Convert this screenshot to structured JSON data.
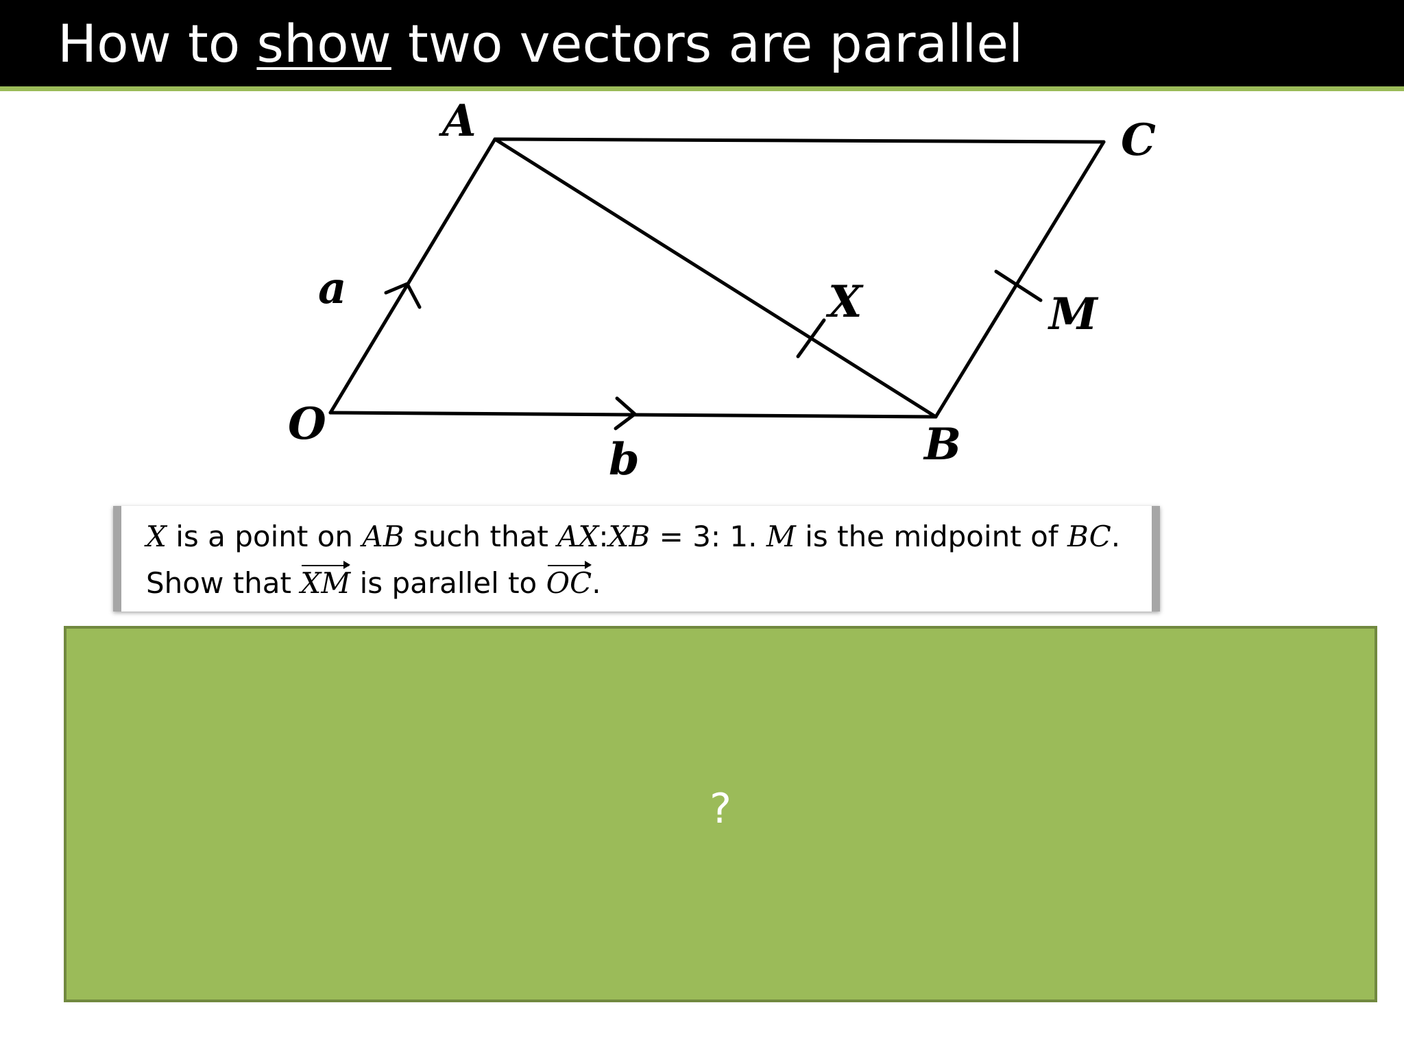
{
  "slide": {
    "title_before": "How to ",
    "title_underlined": "show",
    "title_after": " two vectors are parallel",
    "header_color": "#000000",
    "accent_color": "#9BBB59"
  },
  "diagram": {
    "points": {
      "A": "A",
      "B": "B",
      "C": "C",
      "O": "O",
      "X": "X",
      "M": "M"
    },
    "vectors": {
      "a": "a",
      "b": "b"
    }
  },
  "question": {
    "l1_var_x": "X",
    "l1_t1": " is a point on ",
    "l1_ab": "AB",
    "l1_t2": " such that ",
    "l1_ratio_lhs": "AX",
    "l1_colon": ":",
    "l1_ratio_rhs": "XB",
    "l1_eq": " = 3: 1. ",
    "l1_var_m": "M",
    "l1_t3": " is the midpoint of ",
    "l1_bc": "BC",
    "l1_end": ".",
    "l2_t1": "Show that ",
    "l2_xm": "XM",
    "l2_t2": " is parallel to ",
    "l2_oc": "OC",
    "l2_end": "."
  },
  "answer": {
    "placeholder": "?",
    "box_color": "#9BBB59"
  }
}
